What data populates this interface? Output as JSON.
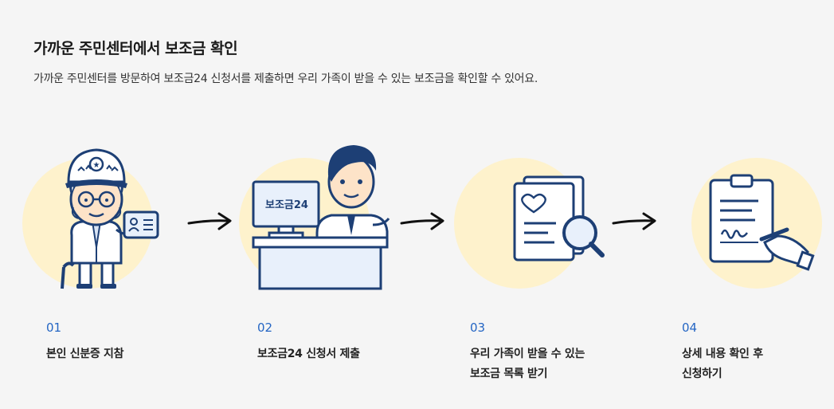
{
  "header": {
    "title": "가까운 주민센터에서 보조금 확인",
    "description": "가까운 주민센터를 방문하여 보조금24 신청서를 제출하면 우리 가족이 받을 수 있는 보조금을 확인할 수 있어요."
  },
  "steps": [
    {
      "num": "01",
      "label": "본인 신분증 지참",
      "icon": "elderly-man-id-card-icon"
    },
    {
      "num": "02",
      "label": "보조금24 신청서 제출",
      "icon": "clerk-desk-icon",
      "monitor_text": "보조금24"
    },
    {
      "num": "03",
      "label": "우리 가족이 받을 수 있는\n보조금 목록 받기",
      "icon": "document-magnifier-icon"
    },
    {
      "num": "04",
      "label": "상세 내용 확인 후\n신청하기",
      "icon": "clipboard-signature-icon"
    }
  ],
  "colors": {
    "accent": "#2566c4",
    "circle": "#fef2cc",
    "line": "#1d3f75",
    "background": "#f5f5f5"
  }
}
